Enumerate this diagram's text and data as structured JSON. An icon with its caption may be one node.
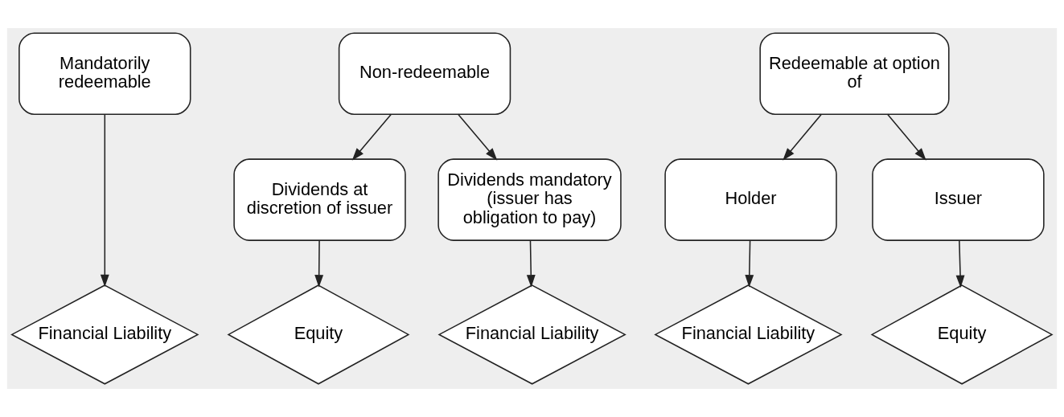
{
  "diagram": {
    "nodes": [
      {
        "text": [
          "Mandatorily redeemable"
        ]
      },
      {
        "text": [
          "Non-redeemable"
        ]
      },
      {
        "text": [
          "Redeemable at option of"
        ]
      },
      {
        "text": [
          "Dividends at discretion of issuer"
        ]
      },
      {
        "text": [
          "Dividends mandatory (issuer has obligation to pay)"
        ]
      },
      {
        "text": [
          "Holder"
        ]
      },
      {
        "text": [
          "Issuer"
        ]
      },
      {
        "text": [
          "Financial Liability"
        ]
      },
      {
        "text": [
          "Equity"
        ]
      },
      {
        "text": [
          "Financial Liability"
        ]
      },
      {
        "text": [
          "Financial Liability"
        ]
      },
      {
        "text": [
          "Equity"
        ]
      }
    ],
    "edges": [
      {
        "from": 0,
        "to": 7,
        "arrow": "to"
      },
      {
        "from": 1,
        "to": 3,
        "arrow": "to"
      },
      {
        "from": 1,
        "to": 4,
        "arrow": "to"
      },
      {
        "from": 2,
        "to": 5,
        "arrow": "to"
      },
      {
        "from": 2,
        "to": 6,
        "arrow": "to"
      },
      {
        "from": 3,
        "to": 8,
        "arrow": "to"
      },
      {
        "from": 4,
        "to": 9,
        "arrow": "to"
      },
      {
        "from": 5,
        "to": 10,
        "arrow": "to"
      },
      {
        "from": 6,
        "to": 11,
        "arrow": "to"
      }
    ]
  }
}
